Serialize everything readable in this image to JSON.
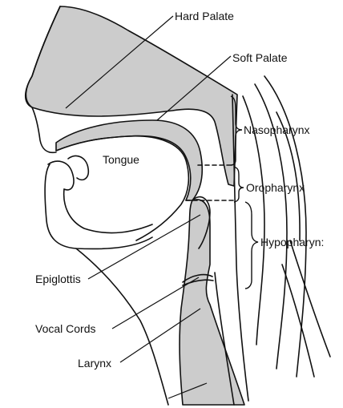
{
  "diagram": {
    "labels": {
      "hard_palate": "Hard Palate",
      "soft_palate": "Soft Palate",
      "tongue": "Tongue",
      "nasopharynx": "Nasopharynx",
      "oropharynx": "Oropharynx",
      "hypopharynx": "Hypopharyn:",
      "epiglottis": "Epiglottis",
      "vocal_cords": "Vocal Cords",
      "larynx": "Larynx"
    },
    "colors": {
      "tissue_fill": "#cccccc",
      "line": "#111111",
      "background": "#ffffff"
    }
  }
}
